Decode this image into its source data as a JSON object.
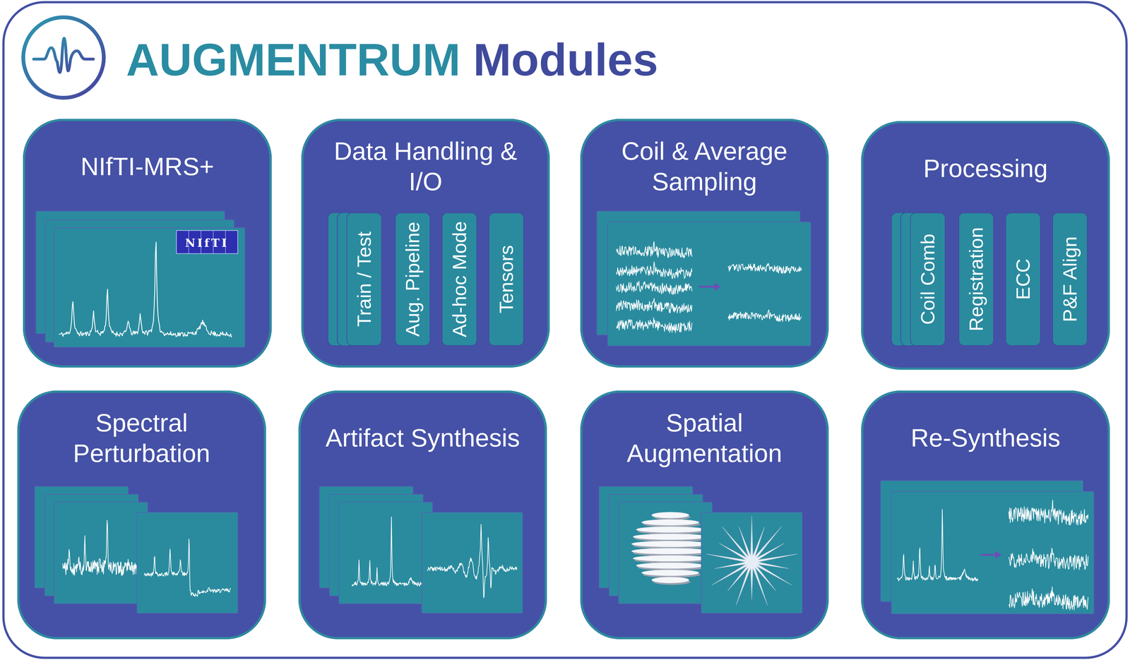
{
  "diagram": {
    "title": "AUGMENTRUM Modules",
    "nodes": [
      {
        "text": [
          "NIfTI-MRS+"
        ]
      },
      {
        "text": [
          "Data Handling & I/O"
        ]
      },
      {
        "text": [
          "Train / Test"
        ],
        "in": 1
      },
      {
        "text": [
          "Aug. Pipeline"
        ],
        "in": 1
      },
      {
        "text": [
          "Ad-hoc Mode"
        ],
        "in": 1
      },
      {
        "text": [
          "Tensors"
        ],
        "in": 1
      },
      {
        "text": [
          "Coil & Average Sampling"
        ]
      },
      {
        "text": [
          "Processing"
        ]
      },
      {
        "text": [
          "Coil Comb"
        ],
        "in": 7
      },
      {
        "text": [
          "Registration"
        ],
        "in": 7
      },
      {
        "text": [
          "ECC"
        ],
        "in": 7
      },
      {
        "text": [
          "P&F Align"
        ],
        "in": 7
      },
      {
        "text": [
          "Spectral Perturbation"
        ]
      },
      {
        "text": [
          "Artifact Synthesis"
        ]
      },
      {
        "text": [
          "Spatial Augmentation"
        ]
      },
      {
        "text": [
          "Re-Synthesis"
        ]
      }
    ],
    "labels": [
      "NIfTI"
    ]
  }
}
